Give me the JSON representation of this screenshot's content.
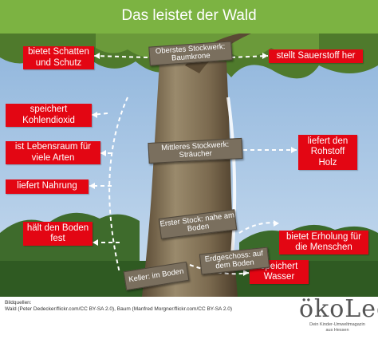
{
  "title": "Das leistet der Wald",
  "labels": {
    "schatten": "bietet Schatten und Schutz",
    "sauerstoff": "stellt Sauerstoff her",
    "kohlendioxid": "speichert Kohlendioxid",
    "lebensraum": "ist Lebensraum für viele Arten",
    "rohstoff": "liefert den Rohstoff Holz",
    "nahrung": "liefert Nahrung",
    "erholung": "bietet Erholung für die Menschen",
    "boden": "hält den Boden fest",
    "wasser": "speichert Wasser"
  },
  "signs": {
    "oberstes": "Oberstes Stockwerk: Baumkrone",
    "mittleres": "Mittleres Stockwerk: Sträucher",
    "erster": "Erster Stock: nahe am Boden",
    "erdgeschoss": "Erdgeschoss: auf dem Boden",
    "keller": "Keller: im Boden"
  },
  "credits": {
    "heading": "Bildquellen:",
    "line": "Wald (Peter Dedecker/flickr.com/CC BY-SA 2.0), Baum (Manfred Morgner/flickr.com/CC BY-SA 2.0)"
  },
  "logo": {
    "name": "ökoLeo",
    "tagline_1": "Dein Kinder-Umweltmagazin",
    "tagline_2": "aus Hessen"
  },
  "colors": {
    "title_bar": "#7cb342",
    "label": "#e30613",
    "sign": "#7a6f5e"
  }
}
